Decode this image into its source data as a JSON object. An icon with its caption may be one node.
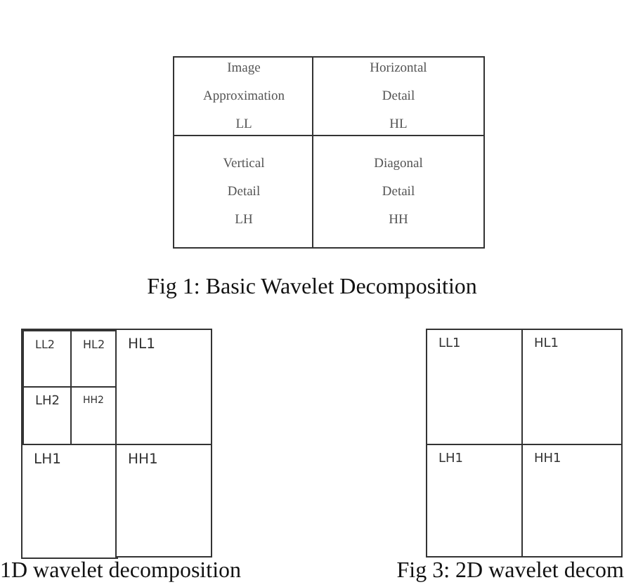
{
  "diagram": {
    "nodes": [
      {
        "text": [
          "Image Approximation",
          "LL"
        ]
      },
      {
        "text": [
          "Horizontal Detail",
          "HL"
        ]
      },
      {
        "text": [
          "Vertical Detail",
          "LH"
        ]
      },
      {
        "text": [
          "Diagonal Detail",
          "HH"
        ]
      },
      {
        "text": [],
        "shape": "box"
      },
      {
        "text": [
          "LL2"
        ],
        "in": 4
      },
      {
        "text": [
          "HL2"
        ],
        "in": 4
      },
      {
        "text": [
          "LH2"
        ],
        "in": 4
      },
      {
        "text": [
          "HH2"
        ],
        "in": 4
      },
      {
        "text": [
          "HL1"
        ]
      },
      {
        "text": [
          "LH1"
        ]
      },
      {
        "text": [
          "HH1"
        ]
      },
      {
        "text": [
          "LL1"
        ]
      },
      {
        "text": [
          "HL1"
        ]
      },
      {
        "text": [
          "LH1"
        ]
      },
      {
        "text": [
          "HH1"
        ]
      }
    ],
    "edges": [],
    "labels": [
      "Fig 1: Basic Wavelet Decomposition",
      "1D wavelet decomposition",
      "Fig 3: 2D wavelet decom"
    ]
  }
}
